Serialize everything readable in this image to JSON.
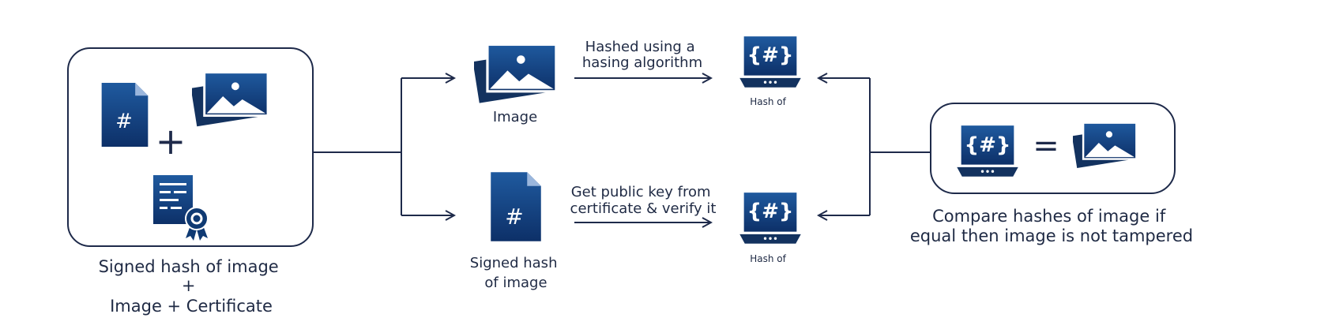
{
  "diagram": {
    "left_box": {
      "plus": "+",
      "doc_symbol": "#",
      "caption": [
        "Signed hash of image",
        "+",
        "Image + Certificate"
      ]
    },
    "image_node": {
      "caption": "Image"
    },
    "signed_hash_node": {
      "caption": [
        "Signed hash",
        "of image"
      ],
      "doc_symbol": "#"
    },
    "arrow_top": {
      "label": [
        "Hashed using a",
        "hasing algorithm"
      ]
    },
    "arrow_bottom": {
      "label": [
        "Get public key from",
        "certificate & verify it"
      ]
    },
    "hash_top": {
      "symbol": "{#}",
      "caption": "Hash of"
    },
    "hash_bottom": {
      "symbol": "{#}",
      "caption": "Hash of"
    },
    "compare_box": {
      "symbol": "{#}",
      "equals": "=",
      "caption": [
        "Compare hashes of image if",
        "equal then image is not tampered"
      ]
    },
    "colors": {
      "navy": "#0f3a73",
      "navy_light": "#1f5a9f",
      "line": "#1e2a4a",
      "fold": "#9ab6dc"
    }
  }
}
